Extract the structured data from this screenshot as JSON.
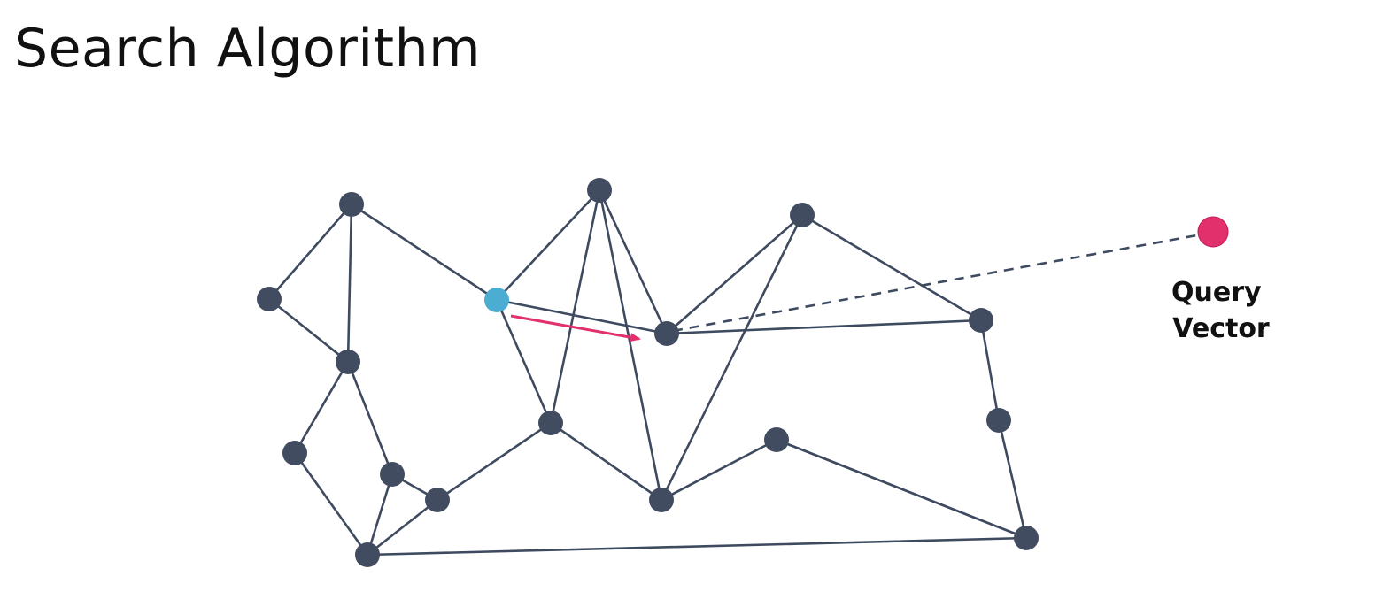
{
  "title": "Search Algorithm",
  "query_label": [
    "Query",
    "Vector"
  ],
  "colors": {
    "node": "#424c61",
    "edge": "#3e4a5f",
    "entry_node": "#4aadd1",
    "query_vector": "#e1306c",
    "step_arrow": "#e1306c"
  },
  "graph": {
    "nodes": [
      "a",
      "b",
      "c",
      "d",
      "e",
      "f",
      "g",
      "h",
      "i",
      "j",
      "k",
      "l",
      "m",
      "n",
      "o",
      "p",
      "q",
      "r"
    ],
    "entry_node": "c",
    "current_node": "h",
    "edges": [
      [
        "a",
        "b"
      ],
      [
        "a",
        "d"
      ],
      [
        "a",
        "c"
      ],
      [
        "b",
        "d"
      ],
      [
        "d",
        "e"
      ],
      [
        "d",
        "f"
      ],
      [
        "e",
        "i"
      ],
      [
        "f",
        "i"
      ],
      [
        "f",
        "g"
      ],
      [
        "i",
        "g"
      ],
      [
        "i",
        "o"
      ],
      [
        "g",
        "k"
      ],
      [
        "k",
        "l"
      ],
      [
        "k",
        "m"
      ],
      [
        "c",
        "m"
      ],
      [
        "c",
        "h"
      ],
      [
        "c",
        "k"
      ],
      [
        "h",
        "m"
      ],
      [
        "h",
        "n"
      ],
      [
        "h",
        "j"
      ],
      [
        "m",
        "l"
      ],
      [
        "n",
        "j"
      ],
      [
        "j",
        "p"
      ],
      [
        "p",
        "o"
      ],
      [
        "o",
        "r"
      ],
      [
        "q",
        "r"
      ],
      [
        "r",
        "l"
      ],
      [
        "l",
        "n"
      ]
    ]
  }
}
